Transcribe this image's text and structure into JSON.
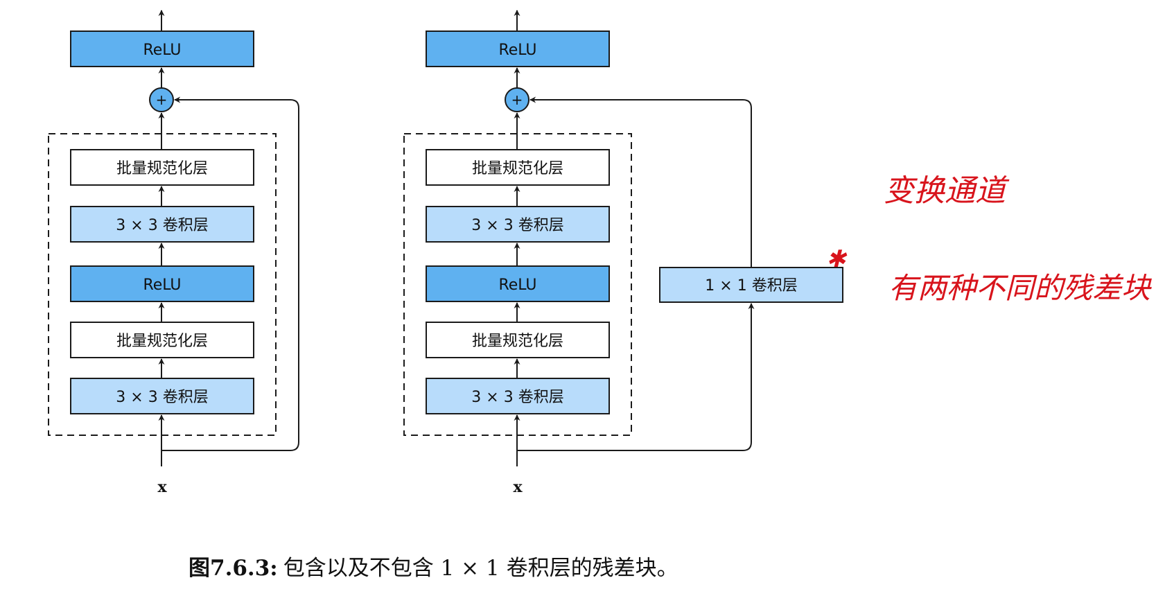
{
  "colors": {
    "relu_fill": "#5fb1f0",
    "conv_fill": "#b8dcfb",
    "bn_fill": "#ffffff",
    "stroke": "#1a1a1a",
    "plus_fill": "#5fb1f0",
    "annotation": "#d8141c"
  },
  "left_block": {
    "top_relu": "ReLU",
    "plus": "+",
    "layers": [
      "批量规范化层",
      "3 × 3 卷积层",
      "ReLU",
      "批量规范化层",
      "3 × 3 卷积层"
    ],
    "input": "x"
  },
  "right_block": {
    "top_relu": "ReLU",
    "plus": "+",
    "layers": [
      "批量规范化层",
      "3 × 3 卷积层",
      "ReLU",
      "批量规范化层",
      "3 × 3 卷积层"
    ],
    "shortcut_conv": "1 × 1 卷积层",
    "input": "x"
  },
  "caption": {
    "label": "图7.6.3:",
    "text": "包含以及不包含 1 × 1 卷积层的残差块。"
  },
  "annotations": {
    "line1": "变换通道",
    "line2": "有两种不同的残差块",
    "star": "✱"
  }
}
